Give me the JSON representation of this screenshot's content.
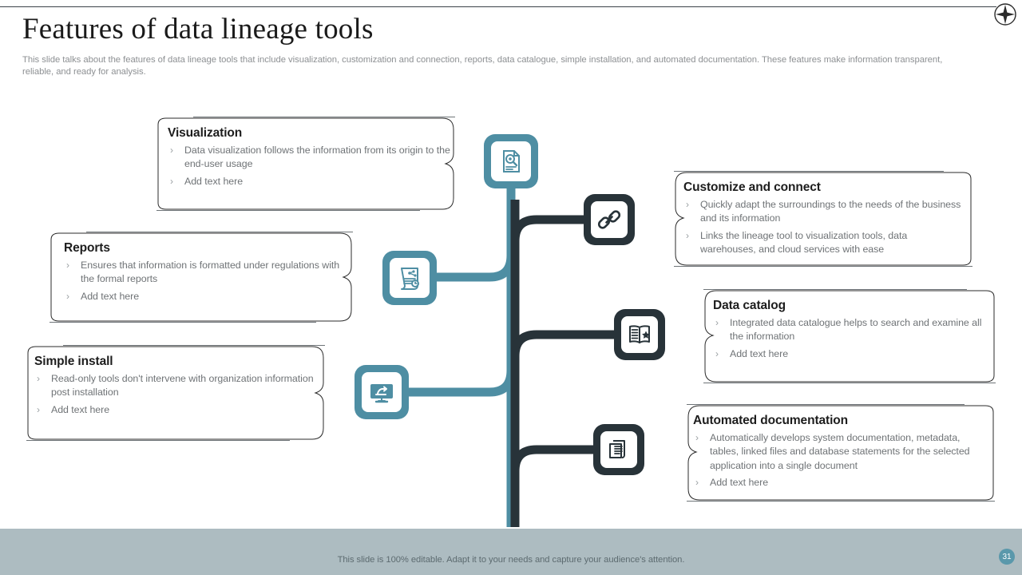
{
  "slide": {
    "title": "Features of data lineage tools",
    "subtitle": "This slide talks about the features of data lineage tools that include visualization, customization and connection, reports, data catalogue, simple installation, and automated documentation. These features make information transparent, reliable, and ready for analysis.",
    "page_number": "31",
    "footer_note": "This slide is 100% editable. Adapt it to your needs and capture your audience's attention.",
    "logo_icon": "compass-star-icon"
  },
  "colors": {
    "teal": "#4e8ea3",
    "dark": "#283339",
    "footer_band": "#adbcc1",
    "badge": "#5a98ab",
    "body_text": "#6f7376",
    "heading_text": "#1d1d1d",
    "subtitle_text": "#8d9093"
  },
  "bullet_marker": "›",
  "features": [
    {
      "id": "visualization",
      "side": "left",
      "icon": "document-magnifier-icon",
      "icon_color": "teal",
      "title": "Visualization",
      "bullets": [
        "Data visualization follows the information from its origin to the end-user usage",
        "Add text here"
      ]
    },
    {
      "id": "customize-and-connect",
      "side": "right",
      "icon": "chain-link-icon",
      "icon_color": "dark",
      "title": "Customize and connect",
      "bullets": [
        "Quickly adapt the surroundings to the needs of the business and its information",
        "Links the lineage tool to visualization tools, data warehouses, and cloud services with ease"
      ]
    },
    {
      "id": "reports",
      "side": "left",
      "icon": "report-chart-icon",
      "icon_color": "teal",
      "title": "Reports",
      "bullets": [
        "Ensures that information is formatted under regulations with the formal reports",
        "Add text here"
      ]
    },
    {
      "id": "data-catalog",
      "side": "right",
      "icon": "open-book-star-icon",
      "icon_color": "dark",
      "title": "Data catalog",
      "bullets": [
        "Integrated data catalogue helps to search and examine all the information",
        "Add text here"
      ]
    },
    {
      "id": "simple-install",
      "side": "left",
      "icon": "monitor-install-icon",
      "icon_color": "teal",
      "title": "Simple install",
      "bullets": [
        "Read-only tools don't intervene with organization information post installation",
        "Add text here"
      ]
    },
    {
      "id": "automated-documentation",
      "side": "right",
      "icon": "document-stack-icon",
      "icon_color": "dark",
      "title": "Automated documentation",
      "bullets": [
        "Automatically develops system documentation, metadata, tables, linked files and database statements for the selected application into a single document",
        "Add text here"
      ]
    }
  ]
}
